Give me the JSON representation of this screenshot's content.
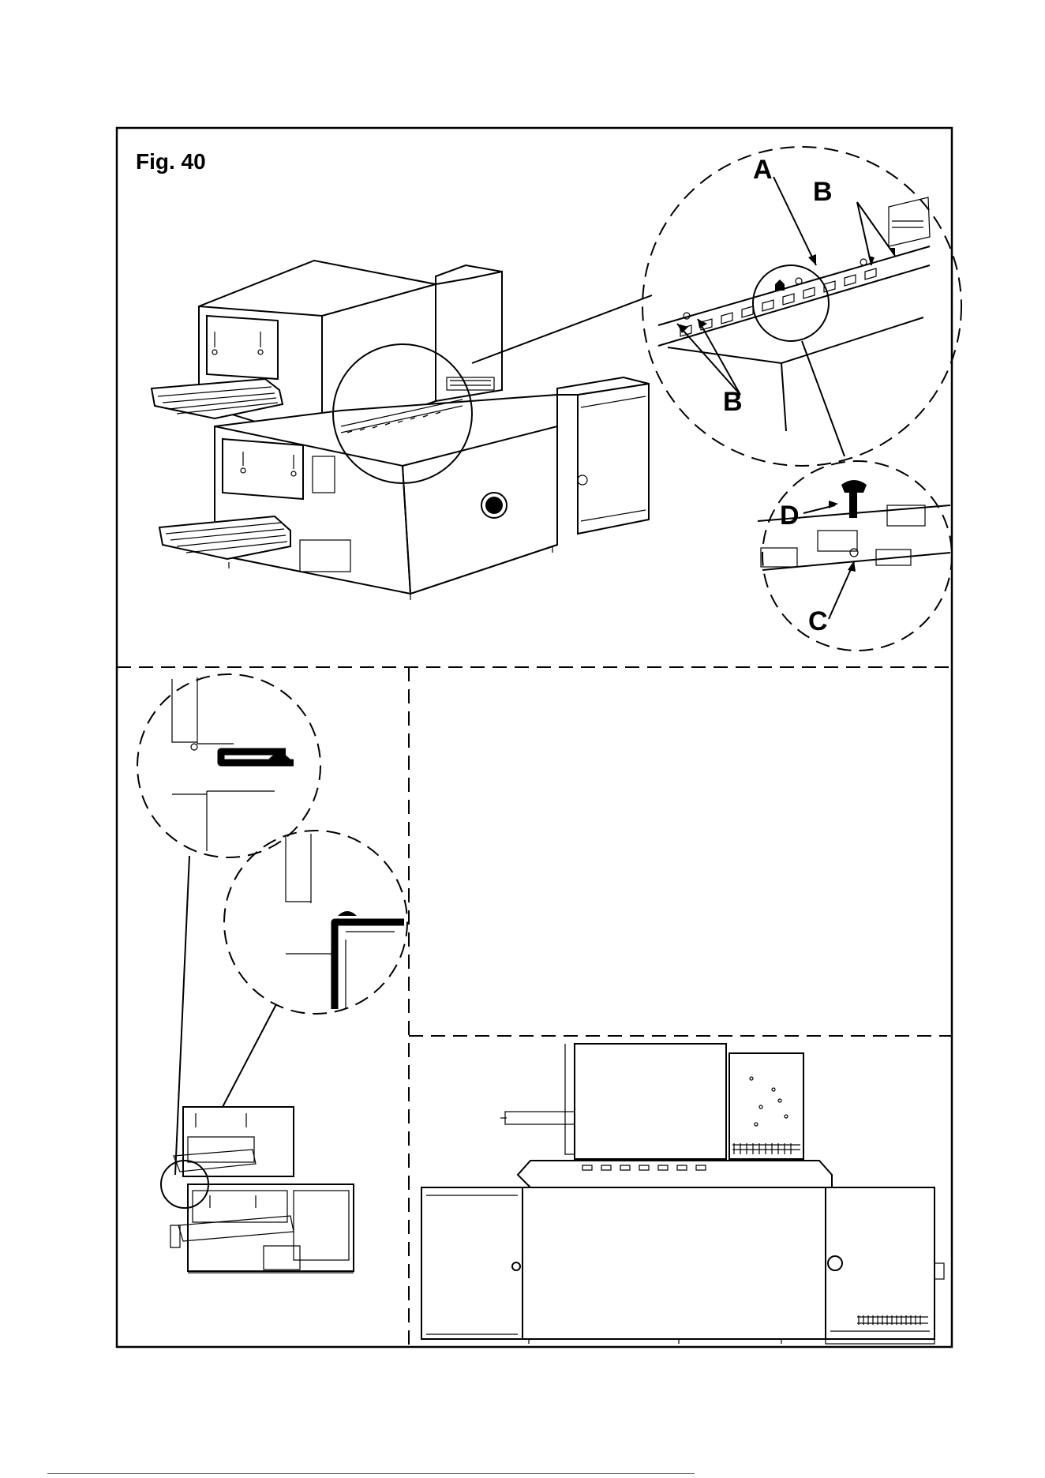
{
  "figure": {
    "title": "Fig. 40",
    "callouts": {
      "a": "A",
      "b_top": "B",
      "b_bottom": "B",
      "c": "C",
      "d": "D"
    }
  }
}
